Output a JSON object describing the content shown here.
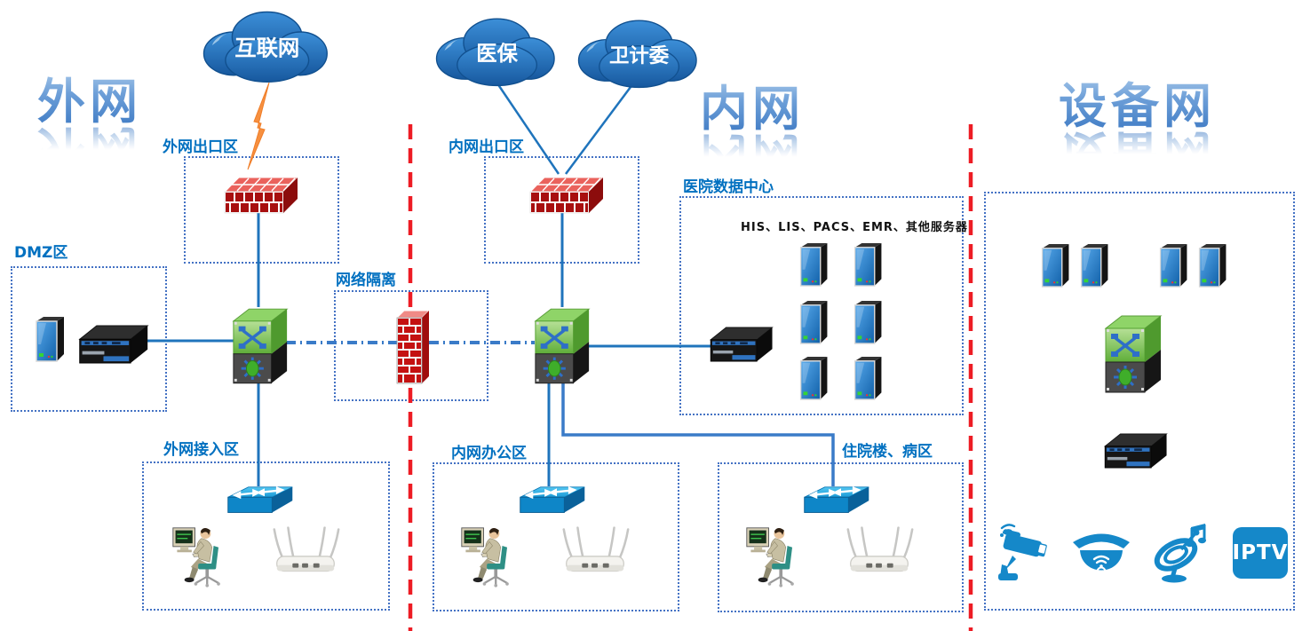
{
  "titles": {
    "left": "外网",
    "middle": "内网",
    "right": "设备网"
  },
  "clouds": {
    "internet": "互联网",
    "insurance": "医保",
    "health_commission": "卫计委"
  },
  "zones": {
    "ext_exit": "外网出口区",
    "dmz": "DMZ区",
    "isolation": "网络隔离",
    "ext_access": "外网接入区",
    "int_exit": "内网出口区",
    "datacenter": "医院数据中心",
    "int_office": "内网办公区",
    "ward": "住院楼、病区"
  },
  "datacenter": {
    "caption": "HIS、LIS、PACS、EMR、其他服务器"
  },
  "labels": {
    "iptv": "IPTV"
  },
  "colors": {
    "zone_border": "#4472c4",
    "zone_label": "#0070c0",
    "wire": "#1f74bc",
    "divider_red": "#ed1c24",
    "cloud_blue": "#1f6cb4",
    "firewall_red": "#a80f0f",
    "switch_green": "#6fbf44",
    "device_blue": "#1588c9",
    "lightning_orange": "#f79040"
  }
}
